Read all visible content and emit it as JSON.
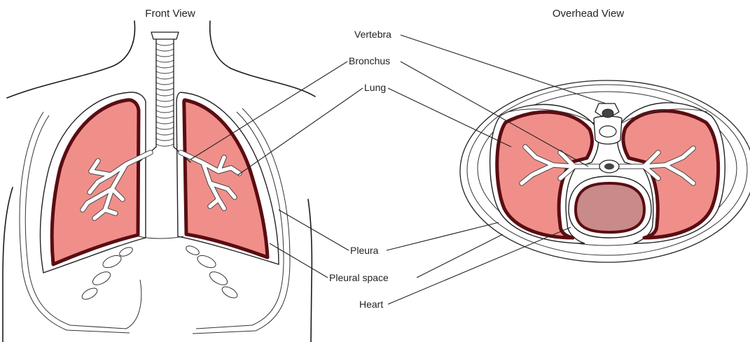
{
  "titles": {
    "front": "Front View",
    "overhead": "Overhead View"
  },
  "labels": {
    "vertebra": "Vertebra",
    "bronchus": "Bronchus",
    "lung": "Lung",
    "pleura": "Pleura",
    "pleural_space": "Pleural space",
    "heart": "Heart"
  },
  "colors": {
    "lung_fill": "#f08f8a",
    "lung_border": "#5a0d12",
    "heart_fill": "#c98a8a",
    "heart_border": "#5a0d12"
  }
}
